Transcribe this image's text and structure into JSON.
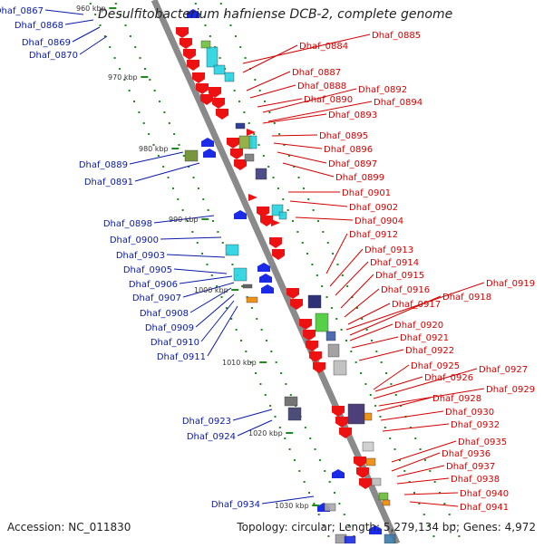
{
  "title": "Desulfitobacterium hafniense DCB-2, complete genome",
  "accession": "Accession: NC_011830",
  "topology": "Topology: circular; Length: 5,279,134 bp; Genes: 4,972",
  "colors": {
    "forward_label": "#0a1aa8",
    "reverse_label": "#d40000",
    "backbone": "#888888",
    "dots": "#1f8a1f",
    "gene_red": "#ee1111",
    "gene_blue": "#1a2ae6"
  },
  "kbp_labels": [
    "960 kbp",
    "970 kbp",
    "980 kbp",
    "990 kbp",
    "1000 kbp",
    "1010 kbp",
    "1020 kbp",
    "1030 kbp"
  ],
  "left_labels": [
    "Dhaf_0867",
    "Dhaf_0868",
    "Dhaf_0869",
    "Dhaf_0870",
    "Dhaf_0889",
    "Dhaf_0891",
    "Dhaf_0898",
    "Dhaf_0900",
    "Dhaf_0903",
    "Dhaf_0905",
    "Dhaf_0906",
    "Dhaf_0907",
    "Dhaf_0908",
    "Dhaf_0909",
    "Dhaf_0910",
    "Dhaf_0911",
    "Dhaf_0923",
    "Dhaf_0924",
    "Dhaf_0934"
  ],
  "right_labels": [
    "Dhaf_0885",
    "Dhaf_0884",
    "Dhaf_0887",
    "Dhaf_0888",
    "Dhaf_0892",
    "Dhaf_0890",
    "Dhaf_0894",
    "Dhaf_0893",
    "Dhaf_0895",
    "Dhaf_0896",
    "Dhaf_0897",
    "Dhaf_0899",
    "Dhaf_0901",
    "Dhaf_0902",
    "Dhaf_0904",
    "Dhaf_0912",
    "Dhaf_0913",
    "Dhaf_0914",
    "Dhaf_0915",
    "Dhaf_0919",
    "Dhaf_0916",
    "Dhaf_0918",
    "Dhaf_0917",
    "Dhaf_0920",
    "Dhaf_0921",
    "Dhaf_0922",
    "Dhaf_0925",
    "Dhaf_0927",
    "Dhaf_0926",
    "Dhaf_0929",
    "Dhaf_0928",
    "Dhaf_0930",
    "Dhaf_0932",
    "Dhaf_0935",
    "Dhaf_0936",
    "Dhaf_0937",
    "Dhaf_0938",
    "Dhaf_0940",
    "Dhaf_0941"
  ]
}
